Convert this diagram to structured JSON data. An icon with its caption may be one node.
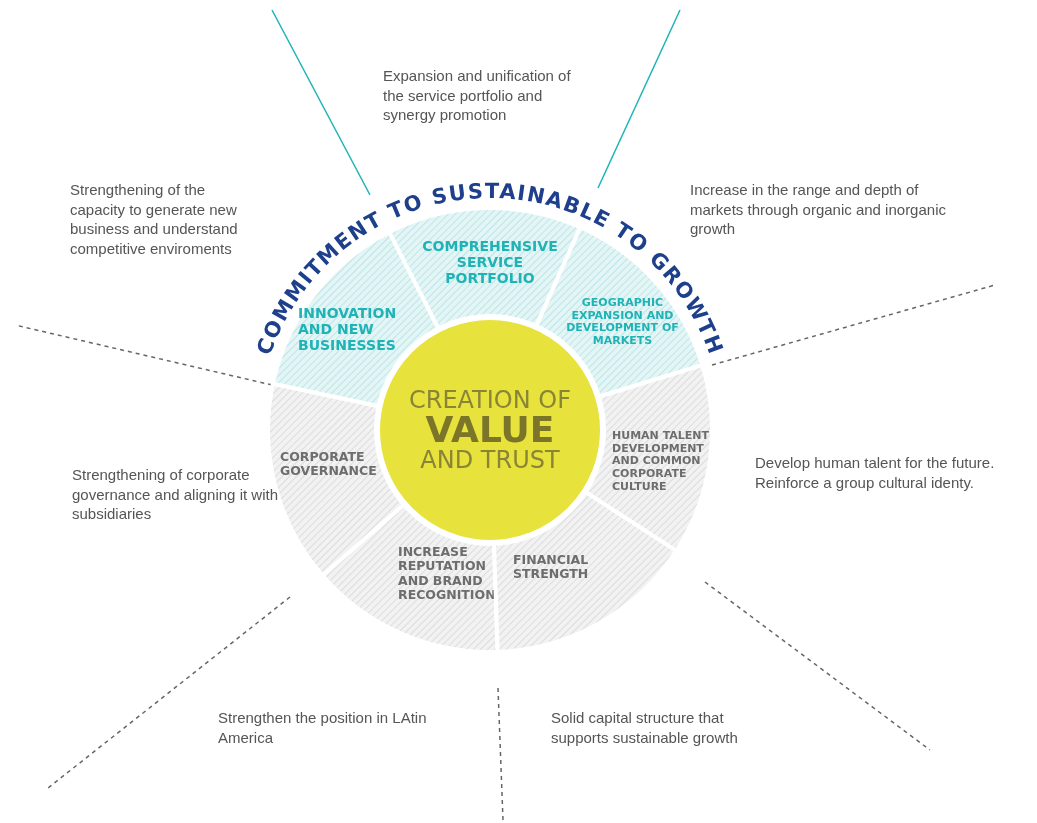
{
  "diagram": {
    "nodes": [
      {
        "text": [
          "COMPREHENSIVE SERVICE PORTFOLIO"
        ]
      },
      {
        "text": [
          "INNOVATION AND NEW BUSINESSES"
        ]
      },
      {
        "text": [
          "GEOGRAPHIC EXPANSION AND DEVELOPMENT OF MARKETS"
        ]
      },
      {
        "text": [
          "CREATION OF **VALUE** AND TRUST"
        ]
      },
      {
        "text": [
          "CORPORATE GOVERNANCE"
        ]
      },
      {
        "text": [
          "HUMAN TALENT DEVELOPMENT AND COMMON CORPORATE CULTURE"
        ]
      },
      {
        "text": [
          "INCREASE REPUTATION AND BRAND RECOGNITION"
        ]
      },
      {
        "text": [
          "FINANCIAL STRENGTH"
        ]
      }
    ],
    "labels": [
      "Expansion and unification of the service portfolio and synergy promotion",
      "Strengthening of the capacity to generate new business and understand competitive enviroments",
      "Increase in the range and depth of markets through organic and inorganic growth",
      "COMMITMENT TO SUSTAINABLE TO GROWTH",
      "Strengthening of corporate governance and aligning it with subsidiaries",
      "Develop human talent for the future. Reinforce a group cultural identy.",
      "Strengthen the position in LAtin America",
      "Solid capital structure that supports sustainable growth"
    ]
  }
}
